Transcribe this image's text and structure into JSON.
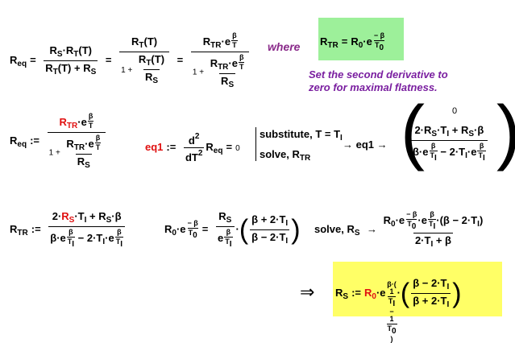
{
  "eq1_lhs": "R",
  "where_label": "where",
  "note_line1": "Set the second derivative to",
  "note_line2": "zero for maximal flatness.",
  "eq1_label": "eq1",
  "substitute_kw": "substitute",
  "solve_kw": "solve",
  "solve_kw2": "solve",
  "zero_label": "0",
  "implies_symbol": "⇒",
  "arrow": "→",
  "greek_beta": "β",
  "colors": {
    "red": "#e01010",
    "green_box": "#9df09a",
    "yellow_box": "#ffff66",
    "purple": "#8a2a8a"
  }
}
